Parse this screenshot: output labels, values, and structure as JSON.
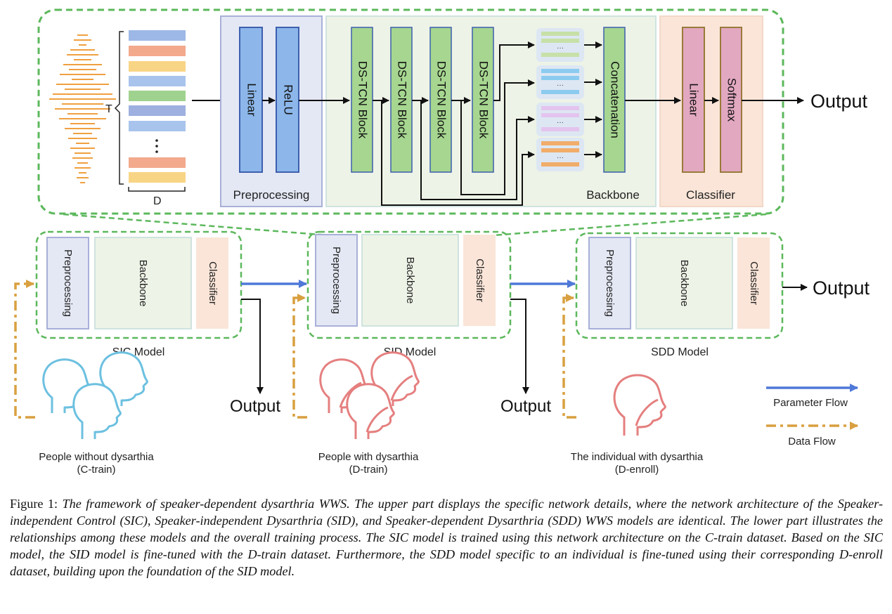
{
  "top": {
    "t_label": "T",
    "d_label": "D",
    "dots": "·\n·\n·",
    "pre_blocks": [
      "Linear",
      "ReLU"
    ],
    "pre_title": "Preprocessing",
    "tcn_blocks": [
      "DS-TCN Block",
      "DS-TCN Block",
      "DS-TCN Block",
      "DS-TCN Block"
    ],
    "concat": "Concatenation",
    "backbone_title": "Backbone",
    "cls_blocks": [
      "Linear",
      "Softmax"
    ],
    "cls_title": "Classifier",
    "output": "Output"
  },
  "models": [
    {
      "name": "SIC Model",
      "pre": "Preprocessing",
      "backbone": "Backbone",
      "cls": "Classifier"
    },
    {
      "name": "SID Model",
      "pre": "Preprocessing",
      "backbone": "Backbone",
      "cls": "Classifier"
    },
    {
      "name": "SDD Model",
      "pre": "Preprocessing",
      "backbone": "Backbone",
      "cls": "Classifier"
    }
  ],
  "outputs": {
    "sic": "Output",
    "sid": "Output",
    "sdd": "Output"
  },
  "groups": [
    {
      "line1": "People without dysarthia",
      "line2": "(C-train)"
    },
    {
      "line1": "People with dysarthia",
      "line2": "(D-train)"
    },
    {
      "line1": "The individual with dysarthia",
      "line2": "(D-enroll)"
    }
  ],
  "legend": {
    "param": "Parameter Flow",
    "data": "Data Flow"
  },
  "colors": {
    "green_dash": "#5cb85c",
    "param_flow": "#4f79d8",
    "data_flow": "#d9a040",
    "blue_head": "#6cc0e0",
    "red_head": "#e57f7f",
    "pre_bg": "#e4e8f4",
    "backbone_bg": "#edf3e6",
    "cls_bg": "#fae5d8"
  },
  "caption": {
    "lead": "Figure 1: ",
    "body": "The framework of speaker-dependent dysarthria WWS. The upper part displays the specific network details, where the network architecture of the Speaker-independent Control (SIC), Speaker-independent Dysarthria (SID), and Speaker-dependent Dysarthria (SDD) WWS models are identical. The lower part illustrates the relationships among these models and the overall training process. The SIC model is trained using this network architecture on the C-train dataset. Based on the SIC model, the SID model is fine-tuned with the D-train dataset. Furthermore, the SDD model specific to an individual is fine-tuned using their corresponding D-enroll dataset, building upon the foundation of the SID model."
  }
}
